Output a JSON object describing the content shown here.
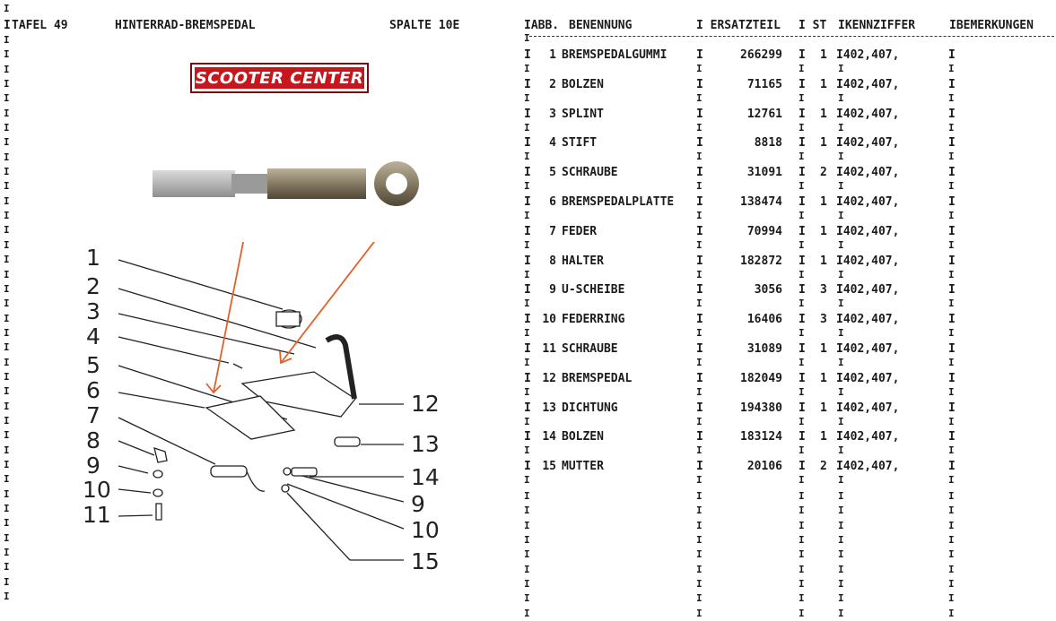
{
  "header": {
    "tafel": "TAFEL 49",
    "title": "HINTERRAD-BREMSPEDAL",
    "spalte": "SPALTE 10E"
  },
  "logo": {
    "text": "SCOOTER CENTER"
  },
  "table": {
    "col_abb": "IABB.",
    "col_benennung": "BENENNUNG",
    "col_ersatzteil": "I ERSATZTEIL",
    "col_st": "I ST",
    "col_kennziffer": "IKENNZIFFER",
    "col_bemerkungen": "IBEMERKUNGEN",
    "rows": [
      {
        "nr": "1",
        "name": "BREMSPEDALGUMMI",
        "part": "266299",
        "qty": "1",
        "kenn": "I402,407,"
      },
      {
        "nr": "2",
        "name": "BOLZEN",
        "part": "71165",
        "qty": "1",
        "kenn": "I402,407,"
      },
      {
        "nr": "3",
        "name": "SPLINT",
        "part": "12761",
        "qty": "1",
        "kenn": "I402,407,"
      },
      {
        "nr": "4",
        "name": "STIFT",
        "part": "8818",
        "qty": "1",
        "kenn": "I402,407,"
      },
      {
        "nr": "5",
        "name": "SCHRAUBE",
        "part": "31091",
        "qty": "2",
        "kenn": "I402,407,"
      },
      {
        "nr": "6",
        "name": "BREMSPEDALPLATTE",
        "part": "138474",
        "qty": "1",
        "kenn": "I402,407,"
      },
      {
        "nr": "7",
        "name": "FEDER",
        "part": "70994",
        "qty": "1",
        "kenn": "I402,407,"
      },
      {
        "nr": "8",
        "name": "HALTER",
        "part": "182872",
        "qty": "1",
        "kenn": "I402,407,"
      },
      {
        "nr": "9",
        "name": "U-SCHEIBE",
        "part": "3056",
        "qty": "3",
        "kenn": "I402,407,"
      },
      {
        "nr": "10",
        "name": "FEDERRING",
        "part": "16406",
        "qty": "3",
        "kenn": "I402,407,"
      },
      {
        "nr": "11",
        "name": "SCHRAUBE",
        "part": "31089",
        "qty": "1",
        "kenn": "I402,407,"
      },
      {
        "nr": "12",
        "name": "BREMSPEDAL",
        "part": "182049",
        "qty": "1",
        "kenn": "I402,407,"
      },
      {
        "nr": "13",
        "name": "DICHTUNG",
        "part": "194380",
        "qty": "1",
        "kenn": "I402,407,"
      },
      {
        "nr": "14",
        "name": "BOLZEN",
        "part": "183124",
        "qty": "1",
        "kenn": "I402,407,"
      },
      {
        "nr": "15",
        "name": "MUTTER",
        "part": "20106",
        "qty": "2",
        "kenn": "I402,407,"
      }
    ]
  },
  "diagram": {
    "callouts_left": [
      "1",
      "2",
      "3",
      "4",
      "5",
      "6",
      "7",
      "8",
      "9",
      "10",
      "11"
    ],
    "callouts_right": [
      "12",
      "13",
      "14",
      "9",
      "10",
      "15"
    ]
  },
  "margin_marker": "I",
  "colors": {
    "logo_red": "#c8161d",
    "arrow_orange": "#e0622a",
    "ink": "#1b1b1b"
  }
}
